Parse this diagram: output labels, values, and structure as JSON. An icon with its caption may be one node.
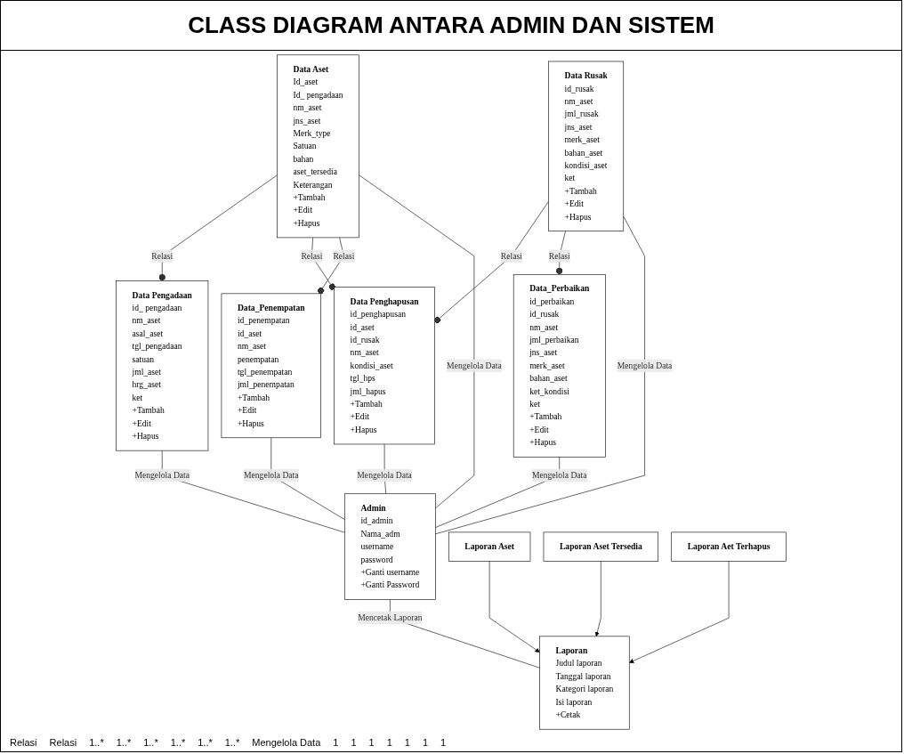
{
  "diagram": {
    "title": "CLASS DIAGRAM ANTARA ADMIN DAN SISTEM",
    "nodes": [
      {
        "text": [
          "Data Aset",
          "Id_aset",
          "Id_ pengadaan",
          "nm_aset",
          "jns_aset",
          "Merk_type",
          "Satuan",
          "bahan",
          "aset_tersedia",
          "Keterangan",
          "+Tambah",
          "+Edit",
          "+Hapus"
        ]
      },
      {
        "text": [
          "Data Penghapusan",
          "id_penghapusan",
          "id_aset",
          "id_rusak",
          "nm_aset",
          "kondisi_aset",
          "tgl_hps",
          "jml_hapus",
          "+Tambah",
          "+Edit",
          "+Hapus"
        ]
      },
      {
        "text": [
          "Data_Penempatan",
          "id_penempatan",
          "id_aset",
          "nm_aset",
          "penempatan",
          "tgl_penempatan",
          "jml_penempatan",
          "+Tambah",
          "+Edit",
          "+Hapus"
        ]
      },
      {
        "text": [
          "Data Rusak",
          "id_rusak",
          "nm_aset",
          "jml_rusak",
          "jns_aset",
          "merk_aset",
          "bahan_aset",
          "kondisi_aset",
          "ket",
          "+Tambah",
          "+Edit",
          "+Hapus"
        ]
      },
      {
        "text": [
          "Data_Perbaikan",
          "id_perbaikan",
          "id_rusak",
          "nm_aset",
          "jml_perbaikan",
          "jns_aset",
          "merk_aset",
          "bahan_aset",
          "ket_kondisi",
          "ket",
          "+Tambah",
          "+Edit",
          "+Hapus"
        ]
      },
      {
        "text": [
          "Data Pengadaan",
          "id_ pengadaan",
          "nm_aset",
          "asal_aset",
          "tgl_pengadaan",
          "satuan",
          "jml_aset",
          "hrg_aset",
          "ket",
          "+Tambah",
          "+Edit",
          "+Hapus"
        ]
      },
      {
        "text": [
          "Admin",
          "id_admin",
          "Nama_adm",
          "username",
          "password",
          "+Ganti username",
          "+Ganti Password"
        ]
      },
      {
        "text": [
          "Laporan",
          "Judul laporan",
          "Tanggal laporan",
          "Kategori laporan",
          "Isi laporan",
          "+Cetak"
        ]
      },
      {
        "text": [
          "Laporan Aset"
        ]
      },
      {
        "text": [
          "Laporan Aset Tersedia"
        ]
      },
      {
        "text": [
          "Laporan Aet Terhapus"
        ]
      }
    ],
    "edges": [
      {
        "from": 0,
        "to": 5,
        "arrow": "other",
        "label": "Relasi"
      },
      {
        "from": 0,
        "to": 1,
        "arrow": "other",
        "label": "Relasi"
      },
      {
        "from": 0,
        "to": 2,
        "arrow": "other",
        "label": "Relasi"
      },
      {
        "from": 3,
        "to": 1,
        "arrow": "other",
        "label": "Relasi"
      },
      {
        "from": 3,
        "to": 4,
        "arrow": "other",
        "label": "Relasi"
      },
      {
        "from": 0,
        "to": 6,
        "arrow": "none",
        "label": "Mengelola Data"
      },
      {
        "from": 1,
        "to": 6,
        "arrow": "none",
        "label": "Mengelola Data"
      },
      {
        "from": 2,
        "to": 6,
        "arrow": "none",
        "label": "Mengelola Data"
      },
      {
        "from": 3,
        "to": 6,
        "arrow": "none",
        "label": "Mengelola Data"
      },
      {
        "from": 4,
        "to": 6,
        "arrow": "none",
        "label": "Mengelola Data"
      },
      {
        "from": 5,
        "to": 6,
        "arrow": "none",
        "label": "Mengelola Data"
      },
      {
        "from": 6,
        "to": 7,
        "arrow": "none",
        "label": "Mencetak Laporan"
      },
      {
        "from": 8,
        "to": 7,
        "arrow": "to"
      },
      {
        "from": 9,
        "to": 7,
        "arrow": "to"
      },
      {
        "from": 10,
        "to": 7,
        "arrow": "to"
      }
    ],
    "labels": [
      "Relasi",
      "Relasi",
      "1..*",
      "1..*",
      "1..*",
      "1..*",
      "1..*",
      "1..*",
      "Mengelola Data",
      "1",
      "1",
      "1",
      "1",
      "1",
      "1",
      "1"
    ]
  }
}
